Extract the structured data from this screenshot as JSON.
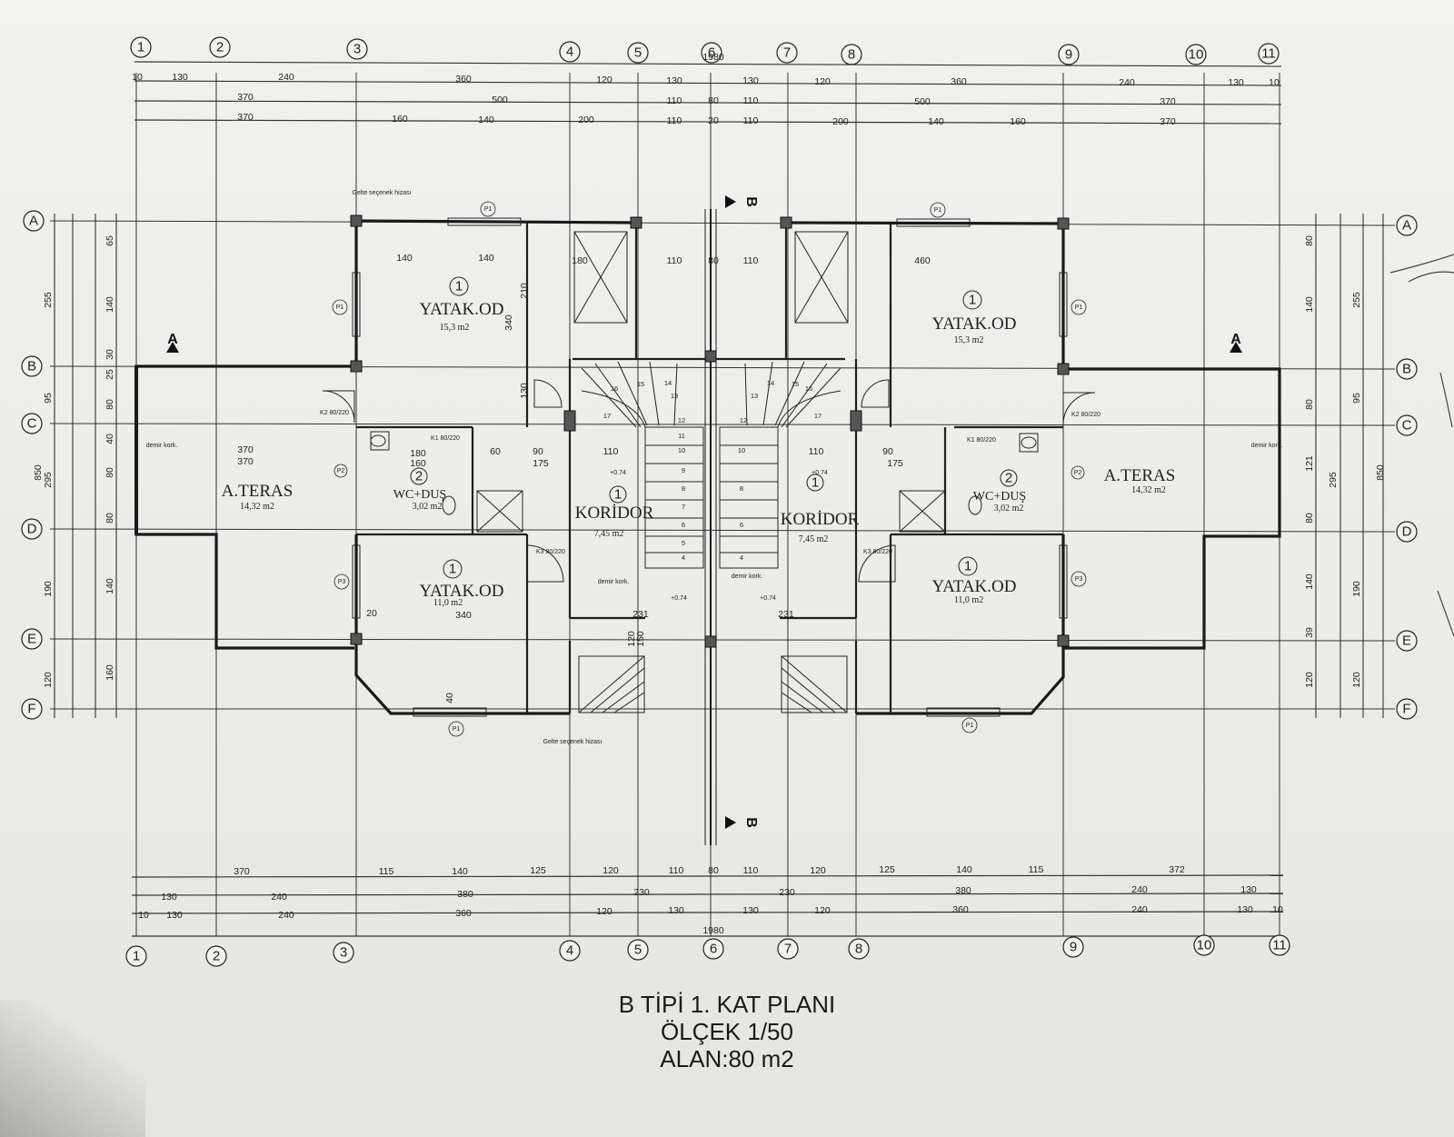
{
  "drawing": {
    "title_line1": "B TİPİ 1. KAT PLANI",
    "title_line2": "ÖLÇEK 1/50",
    "title_line3": "ALAN:80 m2"
  },
  "axes": {
    "columns": [
      "1",
      "2",
      "3",
      "4",
      "5",
      "6",
      "7",
      "8",
      "9",
      "10",
      "11"
    ],
    "rows": [
      "A",
      "B",
      "C",
      "D",
      "E",
      "F"
    ]
  },
  "dimensions": {
    "total_width": "1980",
    "total_height": "850",
    "top_row1": [
      "10",
      "130",
      "240",
      "360",
      "120",
      "130",
      "130",
      "120",
      "360",
      "240",
      "130",
      "10"
    ],
    "top_row2": [
      "370",
      "500",
      "110",
      "80",
      "110",
      "500",
      "370"
    ],
    "top_row3": [
      "370",
      "160",
      "140",
      "200",
      "110",
      "20",
      "110",
      "200",
      "140",
      "160",
      "370"
    ],
    "bottom_row1": [
      "370",
      "115",
      "140",
      "125",
      "120",
      "110",
      "80",
      "110",
      "120",
      "125",
      "140",
      "115",
      "372"
    ],
    "bottom_row2": [
      "130",
      "240",
      "380",
      "230",
      "230",
      "380",
      "240",
      "130"
    ],
    "bottom_row3": [
      "10",
      "130",
      "240",
      "360",
      "120",
      "130",
      "130",
      "120",
      "360",
      "240",
      "130",
      "10"
    ],
    "left_col": [
      "255",
      "95",
      "295",
      "190",
      "120",
      "850"
    ],
    "left_col2": [
      "65",
      "140",
      "30",
      "25",
      "80",
      "40",
      "80",
      "80",
      "140",
      "160"
    ],
    "right_col": [
      "255",
      "95",
      "295",
      "190",
      "120",
      "850"
    ],
    "right_col2": [
      "80",
      "140",
      "80",
      "121",
      "80",
      "140",
      "39",
      "120"
    ]
  },
  "rooms": [
    {
      "num": "1",
      "name": "YATAK.OD",
      "area": "15,3 m2"
    },
    {
      "num": "1",
      "name": "YATAK.OD",
      "area": "11,0 m2"
    },
    {
      "num": "2",
      "name": "WC+DUŞ",
      "area": "3,02 m2"
    },
    {
      "num": "1",
      "name": "KORİDOR",
      "area": "7,45 m2"
    },
    {
      "num": "",
      "name": "A.TERAS",
      "area": "14,32 m2"
    },
    {
      "num": "1",
      "name": "YATAK.OD",
      "area": "15,3 m2"
    },
    {
      "num": "1",
      "name": "YATAK.OD",
      "area": "11,0 m2"
    },
    {
      "num": "2",
      "name": "WC+DUŞ",
      "area": "3,02 m2"
    },
    {
      "num": "1",
      "name": "KORİDOR",
      "area": "7,45 m2"
    },
    {
      "num": "",
      "name": "A.TERAS",
      "area": "14,32 m2"
    }
  ],
  "labels": {
    "section_a": "A",
    "section_b": "B",
    "inner_dims": [
      "140",
      "140",
      "180",
      "110",
      "80",
      "110",
      "460",
      "210",
      "340",
      "130",
      "370",
      "370",
      "180",
      "160",
      "60",
      "90",
      "175",
      "90",
      "175",
      "110",
      "110",
      "340",
      "231",
      "231",
      "120",
      "150",
      "40",
      "20"
    ],
    "window_codes": [
      "P1",
      "P2",
      "P3",
      "K1 80/220",
      "K2 80/220",
      "K3 80/220",
      "demir kork.",
      "+0.74",
      "16",
      "17",
      "15",
      "14",
      "13",
      "12",
      "11",
      "10",
      "9",
      "8",
      "7",
      "6",
      "5",
      "4"
    ],
    "notes": [
      "Gelte seçenek hizası",
      "demir kork."
    ]
  }
}
